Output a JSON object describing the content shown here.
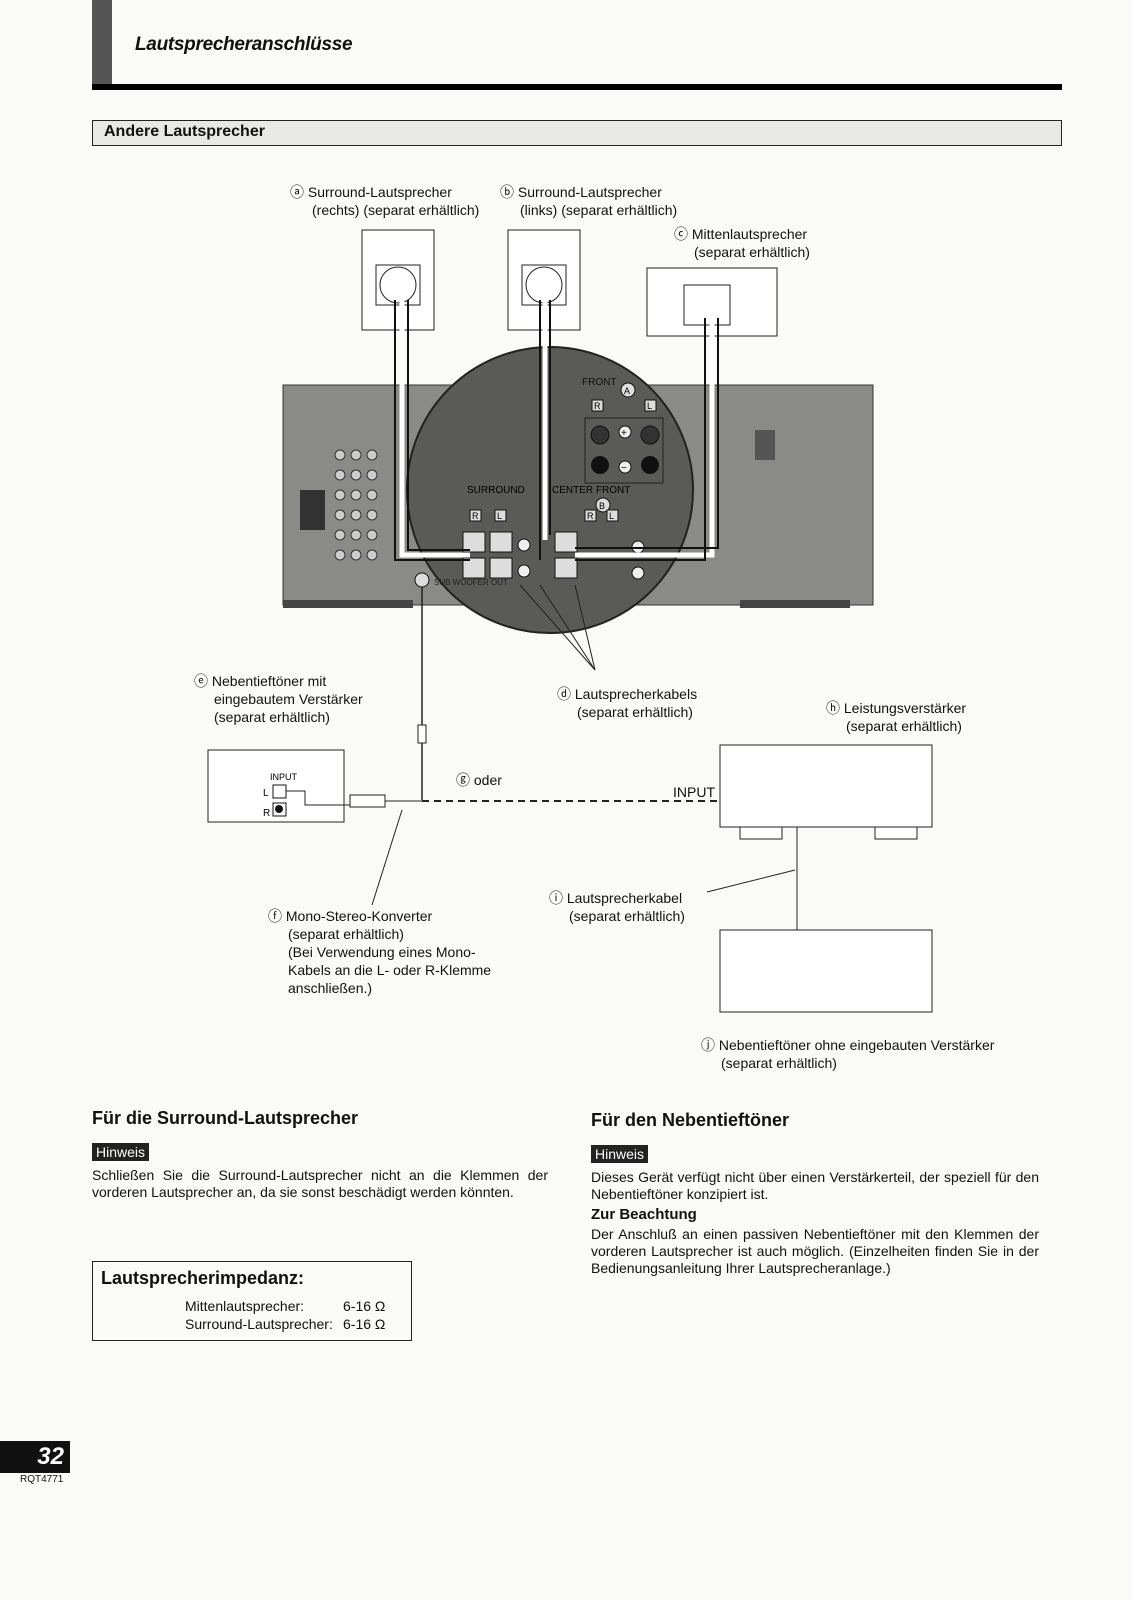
{
  "header": {
    "title": "Lautsprecheranschlüsse"
  },
  "section": {
    "title": "Andere Lautsprecher"
  },
  "diagram": {
    "labels": {
      "a_line1": "ⓐ Surround-Lautsprecher",
      "a_line2": "(rechts) (separat erhältlich)",
      "b_line1": "ⓑ Surround-Lautsprecher",
      "b_line2": "(links) (separat erhältlich)",
      "c_line1": "ⓒ Mittenlautsprecher",
      "c_line2": "(separat erhältlich)",
      "d_line1": "ⓓ Lautsprecherkabels",
      "d_line2": "(separat erhältlich)",
      "e_line1": "ⓔ Nebentieftöner mit",
      "e_line2": "eingebautem Verstärker",
      "e_line3": "(separat erhältlich)",
      "f_line1": "ⓕ Mono-Stereo-Konverter",
      "f_line2": "(separat erhältlich)",
      "f_line3": "(Bei Verwendung eines Mono-",
      "f_line4": "Kabels an die L- oder R-Klemme",
      "f_line5": "anschließen.)",
      "g": "ⓖ oder",
      "h_line1": "ⓗ Leistungsverstärker",
      "h_line2": "(separat erhältlich)",
      "i_line1": "ⓘ Lautsprecherkabel",
      "i_line2": "(separat erhältlich)",
      "j_line1": "ⓙ Nebentieftöner ohne eingebauten Verstärker",
      "j_line2": "(separat erhältlich)",
      "input": "INPUT",
      "input_small": "INPUT",
      "L": "L",
      "R": "R"
    },
    "panel": {
      "front": "FRONT",
      "surround": "SURROUND",
      "center_front": "CENTER FRONT",
      "subwoofer": "SUB WOOFER OUT",
      "mark_a": "A",
      "mark_b": "B",
      "r": "R",
      "l": "L",
      "plus": "+",
      "minus": "−"
    }
  },
  "left": {
    "heading": "Für die Surround-Lautsprecher",
    "note_badge": "Hinweis",
    "note_text": "Schließen Sie die Surround-Lautsprecher nicht an die Klemmen der vorderen Lautsprecher an, da sie sonst beschädigt werden könnten.",
    "impedance": {
      "title": "Lautsprecherimpedanz:",
      "row1_label": "Mittenlautsprecher:",
      "row1_value": "6-16 Ω",
      "row2_label": "Surround-Lautsprecher:",
      "row2_value": "6-16 Ω"
    }
  },
  "right": {
    "heading": "Für den Nebentieftöner",
    "note_badge": "Hinweis",
    "note_text": "Dieses Gerät verfügt nicht über einen Verstärkerteil, der speziell für den Nebentieftöner konzipiert ist.",
    "caution_title": "Zur Beachtung",
    "caution_text": "Der Anschluß an einen passiven Nebentieftöner mit den Klemmen der vorderen Lautsprecher ist auch möglich. (Einzelheiten finden Sie in der Bedienungsanleitung Ihrer Lautsprecheranlage.)"
  },
  "footer": {
    "page_number": "32",
    "code": "RQT4771"
  }
}
